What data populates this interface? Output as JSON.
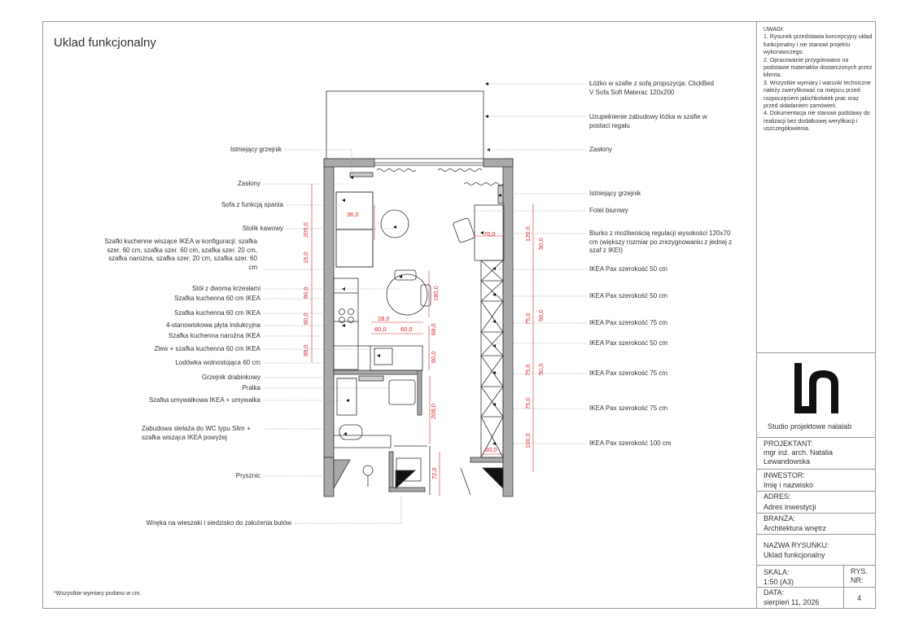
{
  "title": "Uklad funkcjonalny",
  "footnote": "*Wszystkie wymiary podano w cm.",
  "notes": {
    "heading": "UWAGI:",
    "items": [
      "1. Rysunek przedstawia koncepcyjny układ funkcjonalny i nie stanowi projektu wykonawczego.",
      "2. Opracowanie przygotowano na podstawie materiałów dostarczonych przez klienta.",
      "3. Wszystkie wymiary i warunki techniczne należy zweryfikować na miejscu przed rozpoczęciem jakichkolwiek prac oraz przed składaniem zamówień.",
      "4. Dokumentacja nie stanowi podstawy do realizacji bez dodatkowej weryfikacji i uszczegółowienia."
    ]
  },
  "studio": "Studio projektowe nalalab",
  "titleblock": {
    "projektant_label": "PROJEKTANT:",
    "projektant_value": "mgr inż. arch. Natalia Lewandowska",
    "inwestor_label": "INWESTOR:",
    "inwestor_value": "Imię i nazwisko",
    "adres_label": "ADRES:",
    "adres_value": "Adres inwestycji",
    "branza_label": "BRANŻA:",
    "branza_value": "Architektura wnętrz",
    "nazwa_label": "NAZWA RYSUNKU:",
    "nazwa_value": "Uklad funkcjonalny",
    "skala_label": "SKALA:",
    "skala_value": "1:50 (A3)",
    "rys_label": "RYS. NR:",
    "rys_value": "4",
    "data_label": "DATA:",
    "data_value": "sierpień 11, 2026"
  },
  "left_labels": [
    "Istniejący grzejnik",
    "Zasłony",
    "Sofa z funkcją spania",
    "Stolik kawowy",
    "Szafki kuchenne wiszące IKEA w konfiguracji: szafka szer. 60 cm, szafka szer. 60 cm, szafka szer. 20 cm, szafka narożna, szafka szer. 20 cm, szafka szer. 60 cm",
    "Stół z dwoma krzesłami",
    "Szafka kuchenna 60 cm IKEA",
    "Szafka kuchenna 60 cm IKEA",
    "4-stanowiskowa płyta indukcyjna",
    "Szafka kuchenna narożna IKEA",
    "Zlew + szafka kuchenna 60 cm IKEA",
    "Lodówka wolnostojąca 60 cm",
    "Grzejnik drabinkowy",
    "Pralka",
    "Szafka umywalkowa IKEA + umywalka",
    "Zabudowa stelaża do WC typu Slim + szafka wisząca IKEA powyżej",
    "Prysznic",
    "Wnęka na wieszaki i siedzisko do założenia butów"
  ],
  "right_labels": [
    "Łóżko w szafie z sofą propozycja: ClickBed V Sofa Soft Materac 120x200",
    "Uzupełnienie zabudowy łóżka w szafie w postaci regału",
    "Zasłony",
    "Istniejący grzejnik",
    "Fotel biurowy",
    "Biurko z możliwością regulacji wysokości 120x70 cm (większy rozmiar po zrezygnowaniu z jednej z szaf z IKEI)",
    "IKEA Pax szerokość 50 cm",
    "IKEA Pax szerokość 50 cm",
    "IKEA Pax szerokość 75 cm",
    "IKEA Pax szerokość 50 cm",
    "IKEA Pax szerokość 75 cm",
    "IKEA Pax szerokość 75 cm",
    "IKEA Pax szerokość 100 cm"
  ],
  "dimensions": {
    "d205": "205,0",
    "d15": "15,0",
    "d36": "36,0",
    "d60a": "60,0",
    "d60b": "60,0",
    "d88": "88,0",
    "d180": "180,0",
    "d28": "28,0",
    "d60c": "60,0",
    "d60d": "60,0",
    "d68": "68,0",
    "d60e": "60,0",
    "d208": "208,0",
    "d72": "72,0",
    "d70": "70,0",
    "d120": "120,0",
    "d50a": "50,0",
    "d50b": "50,0",
    "d75a": "75,0",
    "d75b": "75,0",
    "d50c": "50,0",
    "d75c": "75,0",
    "d100": "100,0",
    "d60f": "60,0"
  },
  "colors": {
    "wall": "#a9a9a9",
    "dim": "#d9252c",
    "line": "#333333",
    "frame": "#999999"
  }
}
